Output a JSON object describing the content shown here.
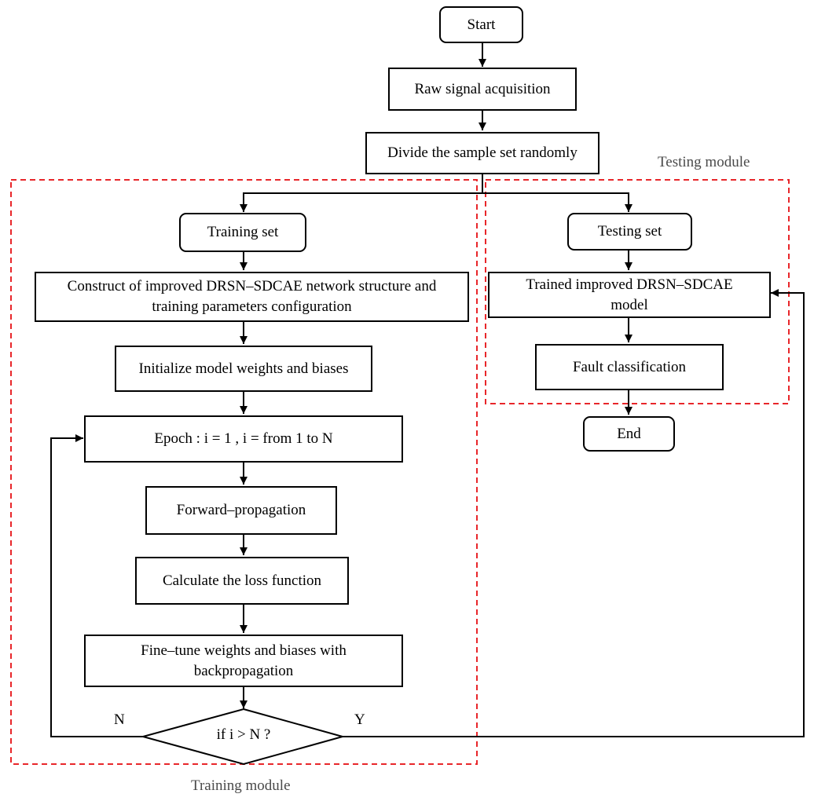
{
  "nodes": {
    "start": "Start",
    "acquisition": "Raw signal acquisition",
    "divide": "Divide the sample set randomly",
    "training_set": "Training set",
    "construct": {
      "line1": "Construct of improved DRSN–SDCAE network structure and",
      "line2": "training parameters configuration"
    },
    "initialize": "Initialize model weights and biases",
    "epoch": "Epoch : i = 1 , i = from 1 to N",
    "forward": "Forward–propagation",
    "loss": "Calculate the loss function",
    "finetune": {
      "line1": "Fine–tune weights and biases with",
      "line2": "backpropagation"
    },
    "decision": "if i > N ?",
    "testing_set": "Testing set",
    "trained_model": {
      "line1": "Trained improved DRSN–SDCAE",
      "line2": "model"
    },
    "fault": "Fault classification",
    "end": "End"
  },
  "branches": {
    "no": "N",
    "yes": "Y"
  },
  "modules": {
    "training": "Training module",
    "testing": "Testing module"
  },
  "colors": {
    "module_border": "#e8262a",
    "line": "#000000",
    "module_label": "#4a4a4a"
  }
}
